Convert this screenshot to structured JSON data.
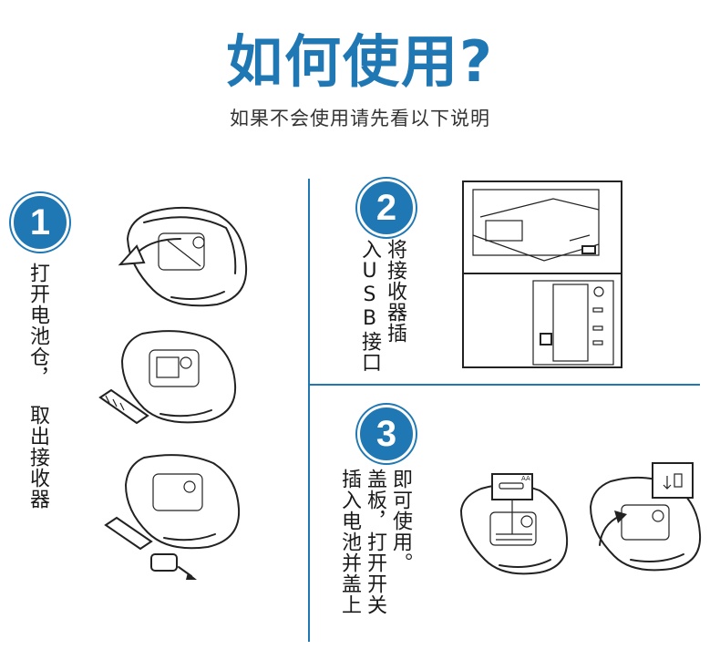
{
  "header": {
    "title": "如何使用?",
    "subtitle": "如果不会使用请先看以下说明"
  },
  "steps": [
    {
      "number": "1",
      "text_lines": [
        "打开电池仓，",
        "取出接收器"
      ]
    },
    {
      "number": "2",
      "text_lines": [
        "将接收器插",
        "入USB接口"
      ]
    },
    {
      "number": "3",
      "text_lines": [
        "插入电池并盖上",
        "盖板，打开开关",
        "即可使用。"
      ]
    }
  ],
  "labels": {
    "battery": "AA"
  },
  "colors": {
    "accent": "#1f78b4",
    "line_art": "#222222"
  }
}
